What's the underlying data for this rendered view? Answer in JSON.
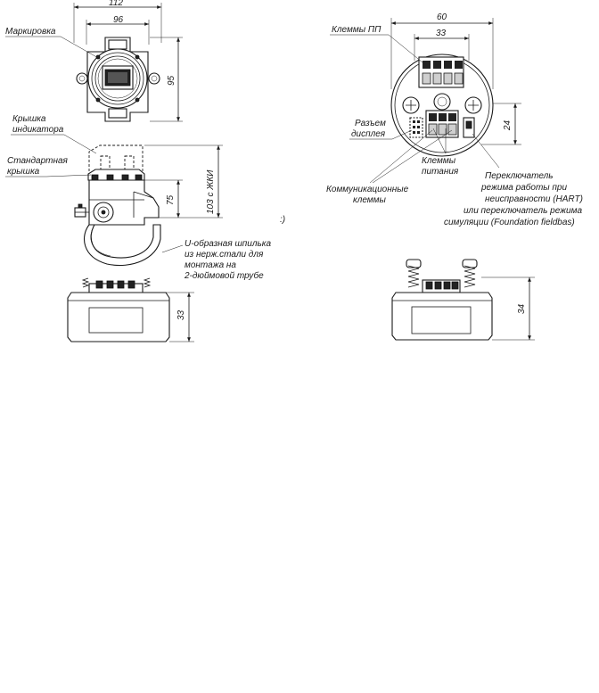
{
  "dimensions": {
    "width_112": "112",
    "width_96": "96",
    "height_95": "95",
    "height_75": "75",
    "height_103": "103 с ЖКИ",
    "height_33": "33",
    "width_60": "60",
    "width_33": "33",
    "height_24": "24",
    "height_34": "34"
  },
  "labels": {
    "marking": "Маркировка",
    "indicator_cover_1": "Крышка",
    "indicator_cover_2": "индикатора",
    "standard_cover_1": "Стандартная",
    "standard_cover_2": "крышка",
    "u_bolt_1": "U-образная шпилька",
    "u_bolt_2": "из нерж.стали для",
    "u_bolt_3": "монтажа на",
    "u_bolt_4": "2-дюймовой трубе",
    "sensor_terminals": "Клеммы ПП",
    "display_connector_1": "Разъем",
    "display_connector_2": "дисплея",
    "power_terminals_1": "Клеммы",
    "power_terminals_2": "питания",
    "comm_terminals_1": "Коммуникационные",
    "comm_terminals_2": "клеммы",
    "switch_1": "Переключатель",
    "switch_2": "режима работы при",
    "switch_3": "неисправности (HART)",
    "switch_4": "или переключатель режима",
    "switch_5": "симуляции (Foundation fieldbas)",
    "stray_mark": ":)"
  }
}
